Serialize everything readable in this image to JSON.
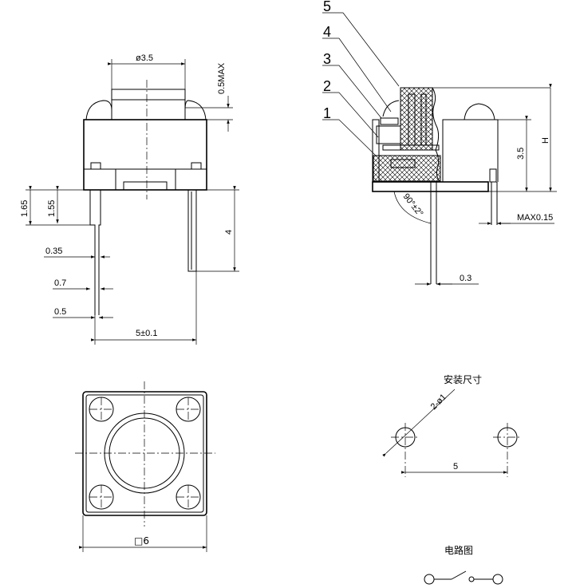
{
  "front_view": {
    "dim_diameter": "ø3.5",
    "dim_max_gap": "0.5MAX",
    "dim_1_65": "1.65",
    "dim_1_55": "1.55",
    "dim_4": "4",
    "dim_0_35": "0.35",
    "dim_0_7": "0.7",
    "dim_0_5": "0.5",
    "dim_pitch": "5±0.1"
  },
  "section_view": {
    "callouts": [
      "5",
      "4",
      "3",
      "2",
      "1"
    ],
    "dim_h": "H",
    "dim_3_5": "3.5",
    "dim_angle": "90°±2°",
    "dim_max_015": "MAX0.15",
    "dim_0_3": "0.3"
  },
  "top_view": {
    "dim_size": "□6"
  },
  "mounting": {
    "title": "安装尺寸",
    "hole_label": "2-ø1",
    "pitch": "5"
  },
  "circuit": {
    "title": "电路图"
  }
}
